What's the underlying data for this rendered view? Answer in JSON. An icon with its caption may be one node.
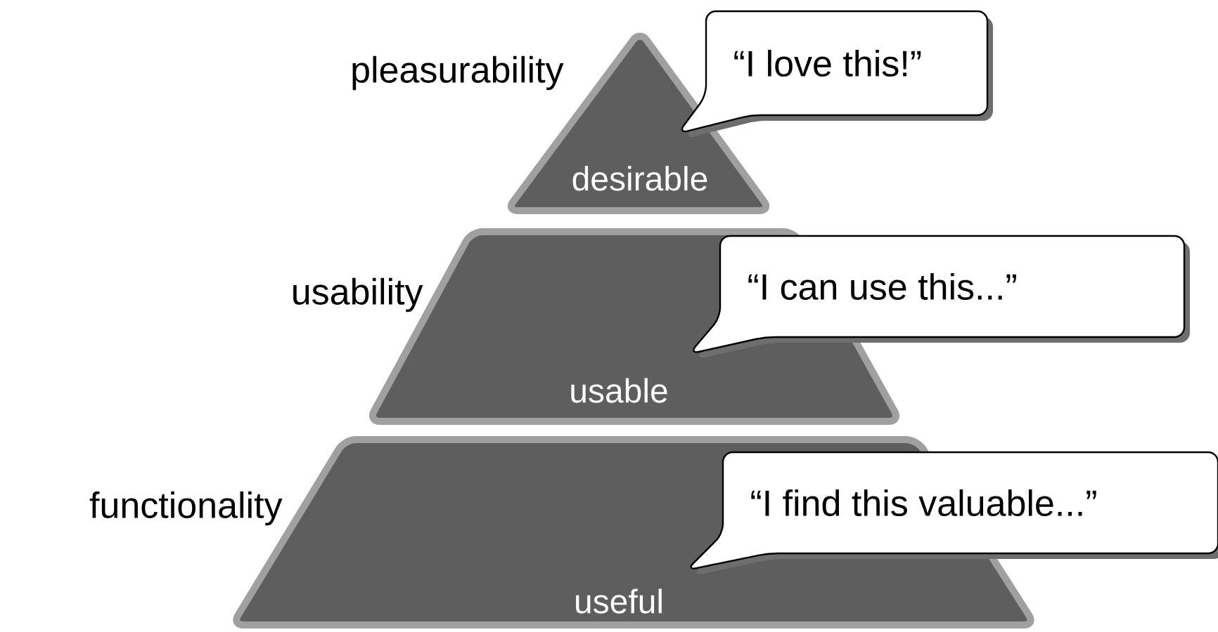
{
  "diagram": {
    "nodes": [
      {
        "text": [
          "desirable"
        ],
        "beside": [
          "pleasurability"
        ]
      },
      {
        "text": [
          "“I love this!”"
        ]
      },
      {
        "text": [
          "usable"
        ],
        "beside": [
          "usability"
        ]
      },
      {
        "text": [
          "“I can use this...”"
        ]
      },
      {
        "text": [
          "useful"
        ],
        "beside": [
          "functionality"
        ]
      },
      {
        "text": [
          "“I find this valuable...”"
        ]
      }
    ]
  }
}
